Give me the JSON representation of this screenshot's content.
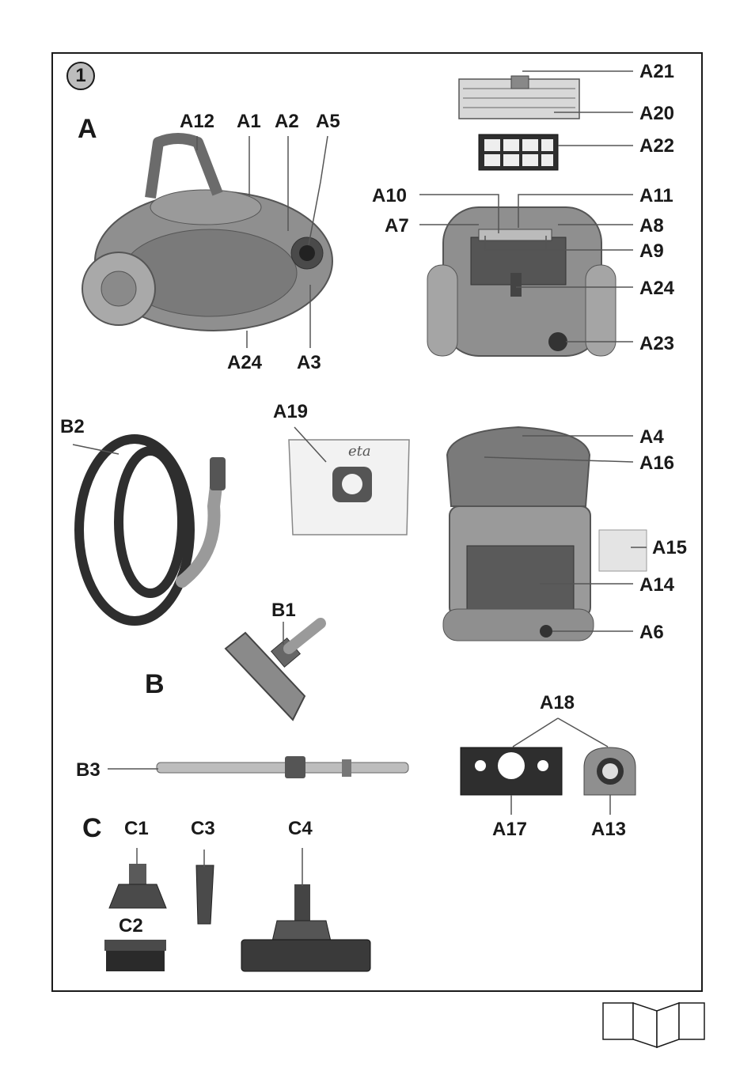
{
  "figure_number": "1",
  "sections": {
    "a": "A",
    "b": "B",
    "c": "C"
  },
  "labels": {
    "a1": "A1",
    "a2": "A2",
    "a3": "A3",
    "a4": "A4",
    "a5": "A5",
    "a6": "A6",
    "a7": "A7",
    "a8": "A8",
    "a9": "A9",
    "a10": "A10",
    "a11": "A11",
    "a12": "A12",
    "a13": "A13",
    "a14": "A14",
    "a15": "A15",
    "a16": "A16",
    "a17": "A17",
    "a18": "A18",
    "a19": "A19",
    "a20": "A20",
    "a21": "A21",
    "a22": "A22",
    "a23": "A23",
    "a24_front": "A24",
    "a24_back": "A24",
    "b1": "B1",
    "b2": "B2",
    "b3": "B3",
    "c1": "C1",
    "c2": "C2",
    "c3": "C3",
    "c4": "C4"
  },
  "bag_brand": "eta",
  "colors": {
    "line": "#1a1a1a",
    "body": "#8a8a8a",
    "dark": "#3a3a3a",
    "light": "#cfcfcf"
  }
}
